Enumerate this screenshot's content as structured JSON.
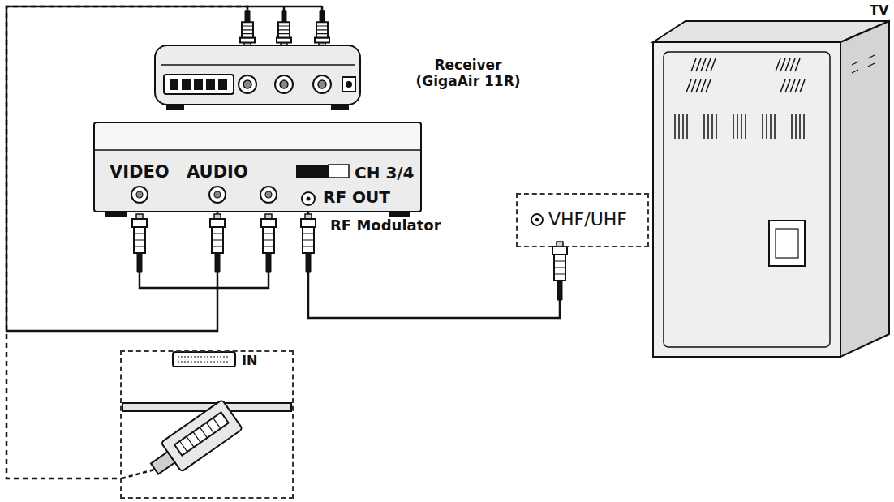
{
  "diagram": {
    "nodes": [
      {
        "text": [
          "Receiver (GigaAir 11R)"
        ]
      },
      {
        "text": [
          "RF Modulator",
          "VIDEO",
          "AUDIO",
          "CH 3/4",
          "RF OUT"
        ]
      },
      {
        "text": [
          "VHF/UHF"
        ]
      },
      {
        "text": [
          "TV"
        ]
      },
      {
        "text": [
          "IN"
        ]
      }
    ],
    "edges": [
      {
        "from": 0,
        "to": 1,
        "arrow": "none"
      },
      {
        "from": 1,
        "to": 2,
        "arrow": "none"
      },
      {
        "from": 0,
        "to": 4,
        "arrow": "none"
      }
    ]
  }
}
